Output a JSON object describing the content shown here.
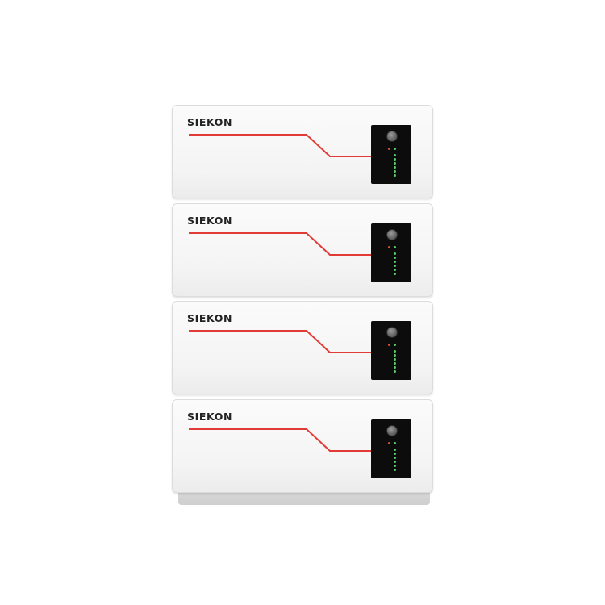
{
  "product": {
    "brand": "SIEKON",
    "module_count": 4,
    "colors": {
      "casing": "#f4f4f4",
      "accent_stripe": "#e23a34",
      "control_panel": "#0c0c0c",
      "status_led_red": "#e04a3a",
      "status_led_green": "#55d06a"
    },
    "modules": [
      {
        "logo": "SIEKON",
        "soc_leds": 6
      },
      {
        "logo": "SIEKON",
        "soc_leds": 6
      },
      {
        "logo": "SIEKON",
        "soc_leds": 6
      },
      {
        "logo": "SIEKON",
        "soc_leds": 6
      }
    ]
  }
}
